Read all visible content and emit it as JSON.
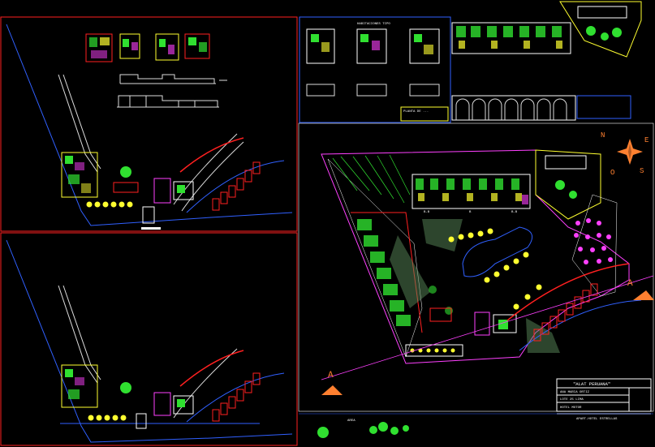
{
  "title_block": {
    "project": "\"ALAT PERUANA\"",
    "line2": "ANA MARIA ORTIZ",
    "line3": "LOTE 25 LIMA",
    "line4": "HOTEL MOTOR",
    "footer": "APART-HOTEL ESTRELLAS"
  },
  "compass": {
    "n": "N",
    "e": "E",
    "s": "S",
    "o": "O"
  },
  "section_marks": {
    "left": "A",
    "right": "A"
  },
  "detail_sheet": {
    "stamp": "PLANTA DE ...",
    "header": "HABITACIONES TIPO"
  },
  "small_label": "AREA",
  "row_labels": [
    "B-B",
    "B",
    "B-B"
  ],
  "colors": {
    "red": "#ff2020",
    "blue": "#3060ff",
    "yellow": "#ffff30",
    "green": "#30e030",
    "magenta": "#ff40ff",
    "cyan": "#30ffff",
    "white": "#ffffff"
  }
}
